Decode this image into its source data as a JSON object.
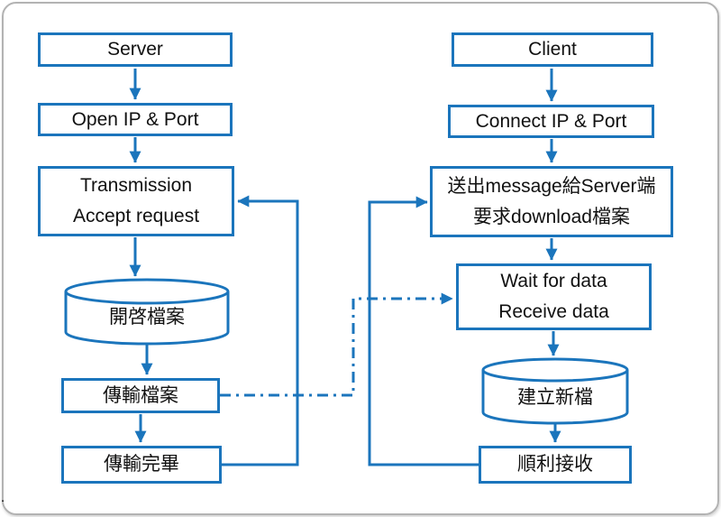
{
  "frame": {
    "stray_mark": "."
  },
  "diagram": {
    "accent_color": "#1b75bc",
    "server": {
      "nodes": [
        {
          "id": "server",
          "shape": "rect",
          "lines": [
            "Server"
          ]
        },
        {
          "id": "open-ip-port",
          "shape": "rect",
          "lines": [
            "Open IP & Port"
          ]
        },
        {
          "id": "transmission-accept",
          "shape": "rect",
          "lines": [
            "Transmission",
            "Accept request"
          ]
        },
        {
          "id": "open-file",
          "shape": "cylinder",
          "lines": [
            "開啓檔案"
          ]
        },
        {
          "id": "transfer-file",
          "shape": "rect",
          "lines": [
            "傳輸檔案"
          ]
        },
        {
          "id": "transfer-done",
          "shape": "rect",
          "lines": [
            "傳輸完畢"
          ]
        }
      ]
    },
    "client": {
      "nodes": [
        {
          "id": "client",
          "shape": "rect",
          "lines": [
            "Client"
          ]
        },
        {
          "id": "connect-ip-port",
          "shape": "rect",
          "lines": [
            "Connect IP & Port"
          ]
        },
        {
          "id": "send-request",
          "shape": "rect",
          "lines": [
            "送出message給Server端",
            "要求download檔案"
          ]
        },
        {
          "id": "wait-receive",
          "shape": "rect",
          "lines": [
            "Wait for data",
            "Receive data"
          ]
        },
        {
          "id": "create-new-file",
          "shape": "cylinder",
          "lines": [
            "建立新檔"
          ]
        },
        {
          "id": "receive-ok",
          "shape": "rect",
          "lines": [
            "順利接收"
          ]
        }
      ]
    },
    "edges": [
      {
        "from": "server",
        "to": "open-ip-port",
        "style": "solid-arrow"
      },
      {
        "from": "open-ip-port",
        "to": "transmission-accept",
        "style": "solid-arrow"
      },
      {
        "from": "transmission-accept",
        "to": "open-file",
        "style": "solid-arrow"
      },
      {
        "from": "open-file",
        "to": "transfer-file",
        "style": "solid-arrow"
      },
      {
        "from": "transfer-file",
        "to": "transfer-done",
        "style": "solid-arrow"
      },
      {
        "from": "client",
        "to": "connect-ip-port",
        "style": "solid-arrow"
      },
      {
        "from": "connect-ip-port",
        "to": "send-request",
        "style": "solid-arrow"
      },
      {
        "from": "send-request",
        "to": "wait-receive",
        "style": "solid-arrow"
      },
      {
        "from": "wait-receive",
        "to": "create-new-file",
        "style": "solid-arrow"
      },
      {
        "from": "create-new-file",
        "to": "receive-ok",
        "style": "solid-arrow"
      },
      {
        "from": "transfer-done",
        "to": "transmission-accept",
        "style": "solid-loop-arrow"
      },
      {
        "from": "receive-ok",
        "to": "send-request",
        "style": "solid-loop-arrow"
      },
      {
        "from": "transfer-file",
        "to": "wait-receive",
        "style": "dash-dot-arrow"
      }
    ]
  }
}
